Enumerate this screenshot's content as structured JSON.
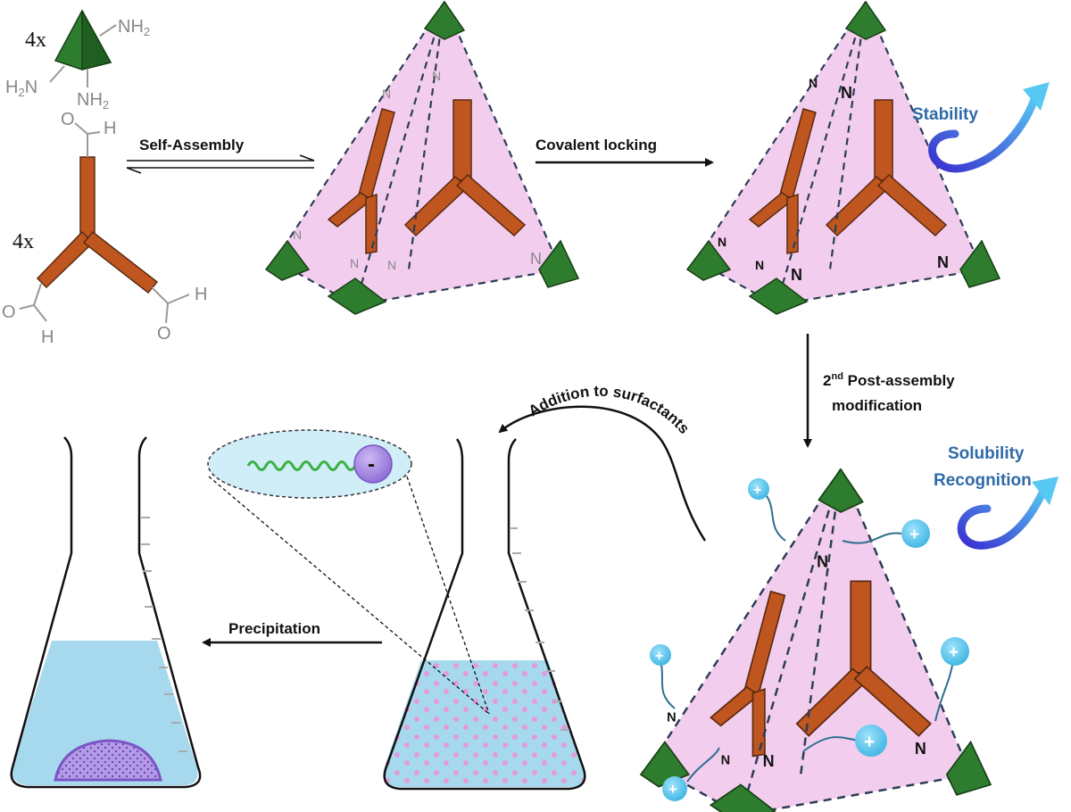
{
  "labels": {
    "multiplier_amine": "4x",
    "multiplier_aldehyde": "4x",
    "nh2": "NH",
    "h2n": "H",
    "h": "H",
    "o": "O",
    "self_assembly": "Self-Assembly",
    "covalent_locking": "Covalent locking",
    "stability": "Stability",
    "post_assembly_prefix": "2",
    "post_assembly_sup": "nd",
    "post_assembly_rest": " Post-assembly",
    "modification": "modification",
    "solubility": "Solubility",
    "recognition": "Recognition",
    "addition_to_surfactants": "Addition to surfactants",
    "precipitation": "Precipitation",
    "n": "N",
    "plus": "+",
    "minus": "-"
  },
  "colors": {
    "face": "#f3cdee",
    "arm": "#c0561f",
    "vertex": "#2e7d2e",
    "water": "#a7d9ee",
    "charge": "#5cc6ea",
    "surfactant_head": "#a98be0",
    "precipitate": "#9b7bd8",
    "accent_text": "#2f6aa8"
  }
}
